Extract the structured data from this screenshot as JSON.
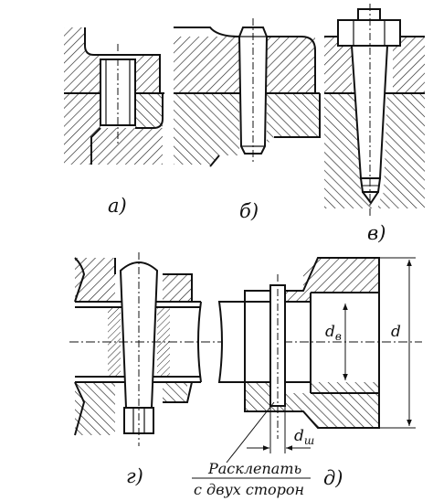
{
  "labels": {
    "a": "а)",
    "b": "б)",
    "v": "в)",
    "g": "г)",
    "d": "д)"
  },
  "dimensions": {
    "d_outer": "d",
    "d_bore": "d",
    "d_bore_sub": "в",
    "d_pin": "d",
    "d_pin_sub": "ш"
  },
  "note": {
    "line1": "Расклепать",
    "line2": "с двух сторон"
  }
}
